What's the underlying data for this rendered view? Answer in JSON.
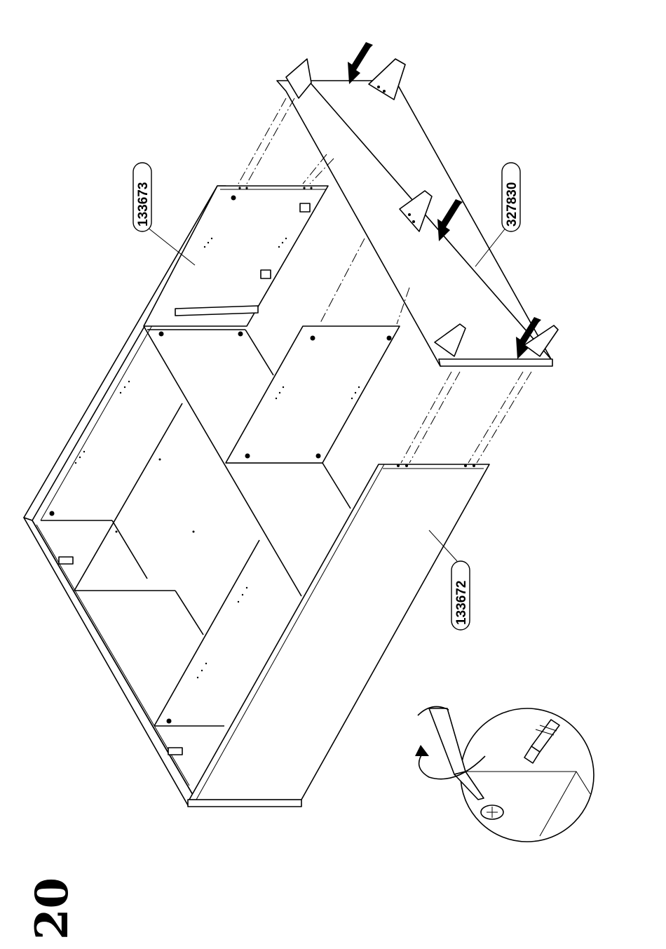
{
  "step_number": "20",
  "parts": {
    "top_panel": "133673",
    "side_panel": "133672",
    "base_panel": "327830"
  },
  "icons": {
    "arrows": "down-arrow-icon",
    "tool": "screwdriver-icon",
    "rotation": "rotate-clockwise-icon"
  }
}
